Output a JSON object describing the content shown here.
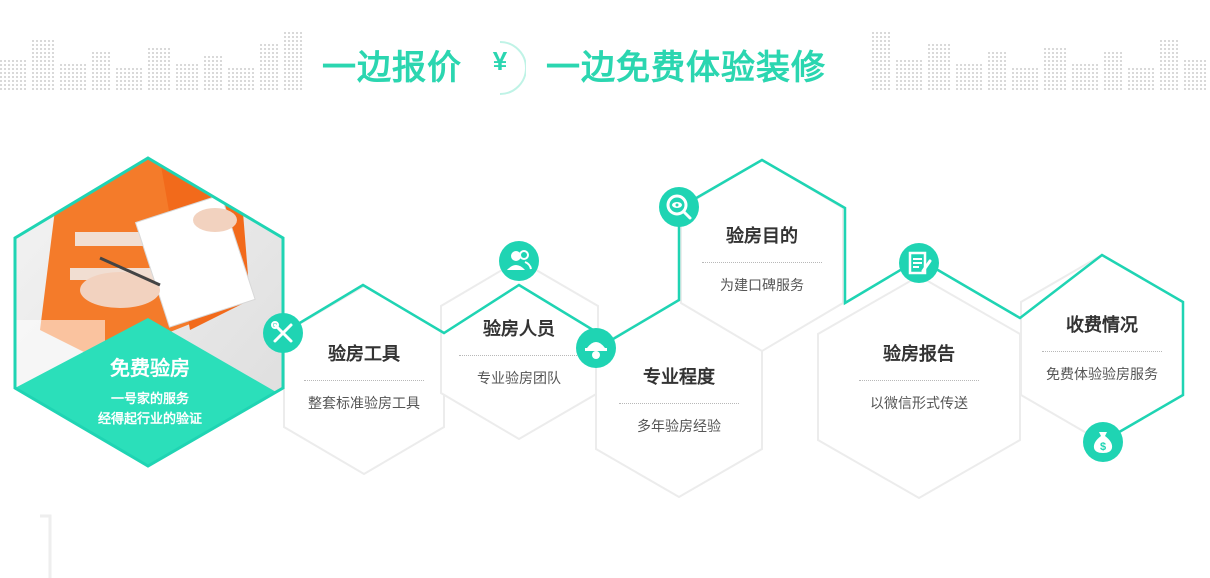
{
  "header": {
    "left_text": "一边报价",
    "currency_symbol": "¥",
    "right_text": "一边免费体验装修"
  },
  "feature": {
    "title": "免费验房",
    "subtitle_line1": "一号家的服务",
    "subtitle_line2": "经得起行业的验证"
  },
  "items": [
    {
      "title": "验房工具",
      "desc": "整套标准验房工具",
      "icon": "tools-icon"
    },
    {
      "title": "验房人员",
      "desc": "专业验房团队",
      "icon": "users-icon"
    },
    {
      "title": "专业程度",
      "desc": "多年验房经验",
      "icon": "worker-helmet-icon"
    },
    {
      "title": "验房目的",
      "desc": "为建口碑服务",
      "icon": "magnifier-eye-icon"
    },
    {
      "title": "验房报告",
      "desc": "以微信形式传送",
      "icon": "report-pen-icon"
    },
    {
      "title": "收费情况",
      "desc": "免费体验验房服务",
      "icon": "money-bag-icon"
    }
  ],
  "colors": {
    "accent": "#1fd4b3",
    "heading": "#2bd6b0",
    "hex_border": "#ececec",
    "title_text": "#333333",
    "desc_text": "#555555"
  }
}
